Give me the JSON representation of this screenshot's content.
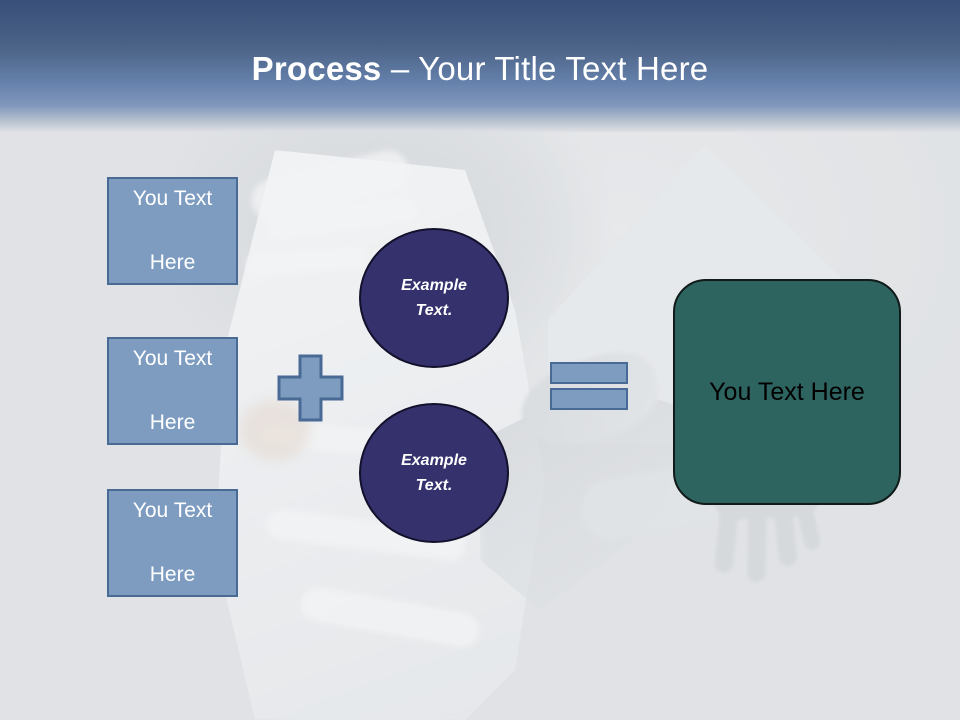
{
  "slide": {
    "title": {
      "bold_part": "Process",
      "rest_part": " – Your Title Text Here",
      "full": "Process – Your Title Text Here"
    },
    "background_photo_description": "faded photo of a person in white athletic clothing with a raised leg and an outstretched hand",
    "colors": {
      "header_gradient_top": "#39507a",
      "header_gradient_bottom": "#8197bb",
      "slide_background": "#e3e5e8",
      "blue_shape_fill": "#7d9cc0",
      "blue_shape_border": "#4a6a96",
      "circle_fill": "#34316d",
      "circle_border": "#12102b",
      "green_fill": "#2e6460",
      "green_border": "#101b1a",
      "title_text": "#ffffff",
      "blue_box_text": "#ffffff",
      "circle_text": "#ffffff",
      "green_text": "#000000"
    },
    "input_boxes": [
      {
        "line1": "You Text",
        "line2": "Here"
      },
      {
        "line1": "You Text",
        "line2": "Here"
      },
      {
        "line1": "You Text",
        "line2": "Here"
      }
    ],
    "operators": {
      "plus": "+",
      "equals": "="
    },
    "circles": [
      {
        "line1": "Example",
        "line2": "Text."
      },
      {
        "line1": "Example",
        "line2": "Text."
      }
    ],
    "result": {
      "label": "You Text Here"
    }
  }
}
